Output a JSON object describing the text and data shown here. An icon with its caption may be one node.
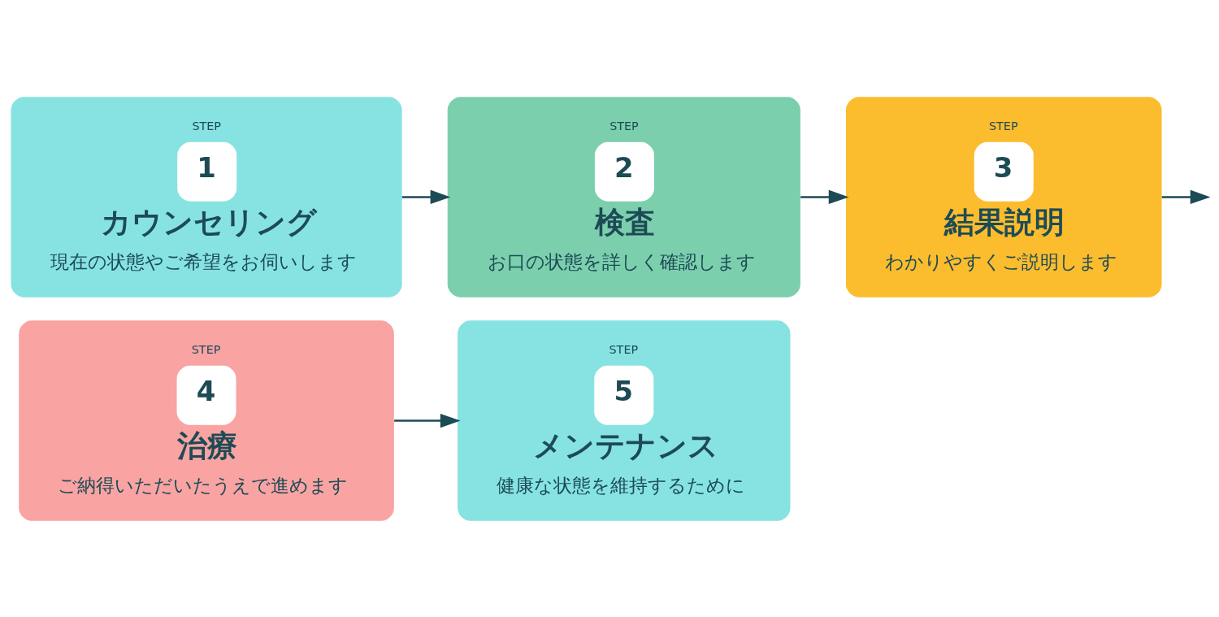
{
  "diagram": {
    "nodes": [
      {
        "text": [
          "STEP",
          "1",
          "カウンセリング",
          "現在の状態やご希望をお伺いします"
        ]
      },
      {
        "text": [
          "STEP",
          "2",
          "検査",
          "お口の状態を詳しく確認します"
        ]
      },
      {
        "text": [
          "STEP",
          "3",
          "結果説明",
          "わかりやすくご説明します"
        ]
      },
      {
        "text": [
          "STEP",
          "4",
          "治療",
          "ご納得いただいたうえで進めます"
        ]
      },
      {
        "text": [
          "STEP",
          "5",
          "メンテナンス",
          "健康な状態を維持するために"
        ]
      }
    ],
    "edges": [
      {
        "from": 0,
        "to": 1,
        "arrow": "to"
      },
      {
        "from": 1,
        "to": 2,
        "arrow": "to"
      },
      {
        "from": 2,
        "to": null,
        "arrow": "to"
      },
      {
        "from": 3,
        "to": 4,
        "arrow": "to"
      }
    ]
  }
}
